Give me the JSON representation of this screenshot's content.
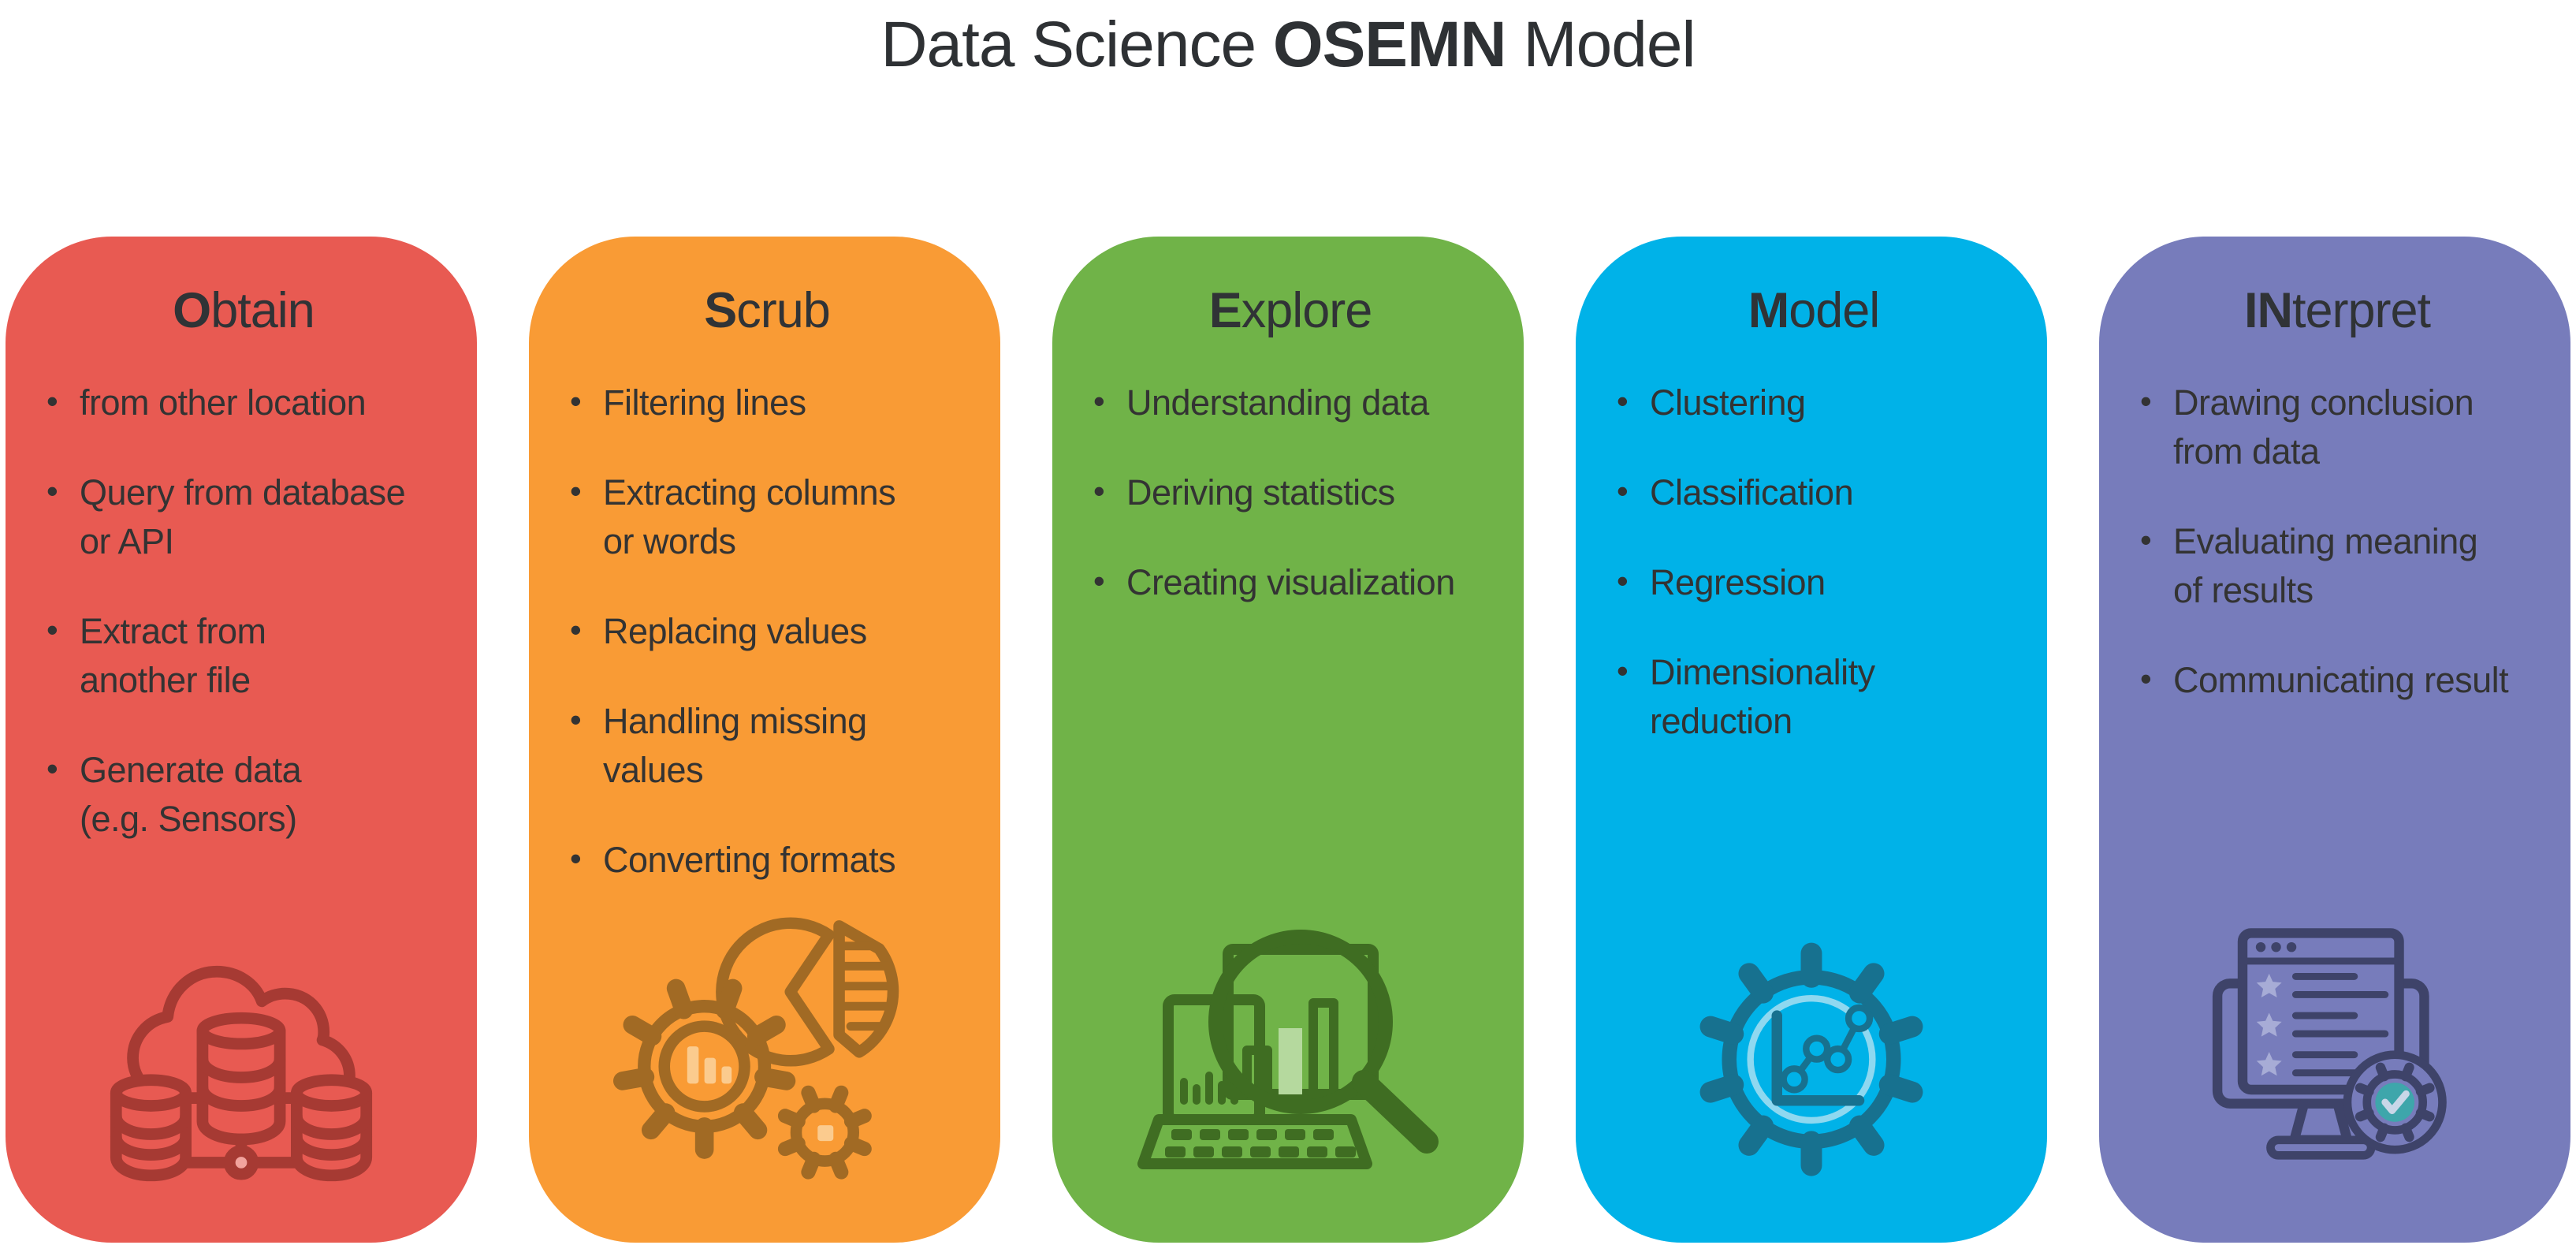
{
  "title": {
    "prefix": "Data Science ",
    "bold": "OSEMN",
    "suffix": " Model"
  },
  "text_color": "#333333",
  "background": "#FFFFFF",
  "cards": [
    {
      "id": "obtain",
      "heading_bold": "O",
      "heading_rest": "btain",
      "color": "#E85A52",
      "icon_color": "#A63A33",
      "icon_accent": "#F2A39D",
      "icon": "cloud-database-icon",
      "bullets": [
        "from other location",
        "Query from database\nor API",
        "Extract from\nanother file",
        "Generate data\n(e.g. Sensors)"
      ]
    },
    {
      "id": "scrub",
      "heading_bold": "S",
      "heading_rest": "crub",
      "color": "#F99B35",
      "icon_color": "#A16A24",
      "icon_accent": "#FBCB8E",
      "icon": "gears-piechart-icon",
      "bullets": [
        "Filtering lines",
        "Extracting columns\nor words",
        "Replacing values",
        "Handling missing\nvalues",
        "Converting formats"
      ]
    },
    {
      "id": "explore",
      "heading_bold": "E",
      "heading_rest": "xplore",
      "color": "#70B348",
      "icon_color": "#3F6D22",
      "icon_accent": "#B5D99E",
      "icon": "laptop-magnifier-icon",
      "bullets": [
        "Understanding data",
        "Deriving statistics",
        "Creating visualization"
      ]
    },
    {
      "id": "model",
      "heading_bold": "M",
      "heading_rest": "odel",
      "color": "#00B2E8",
      "icon_color": "#17718F",
      "icon_accent": "#8ED8F0",
      "icon": "gear-chart-icon",
      "bullets": [
        "Clustering",
        "Classification",
        "Regression",
        "Dimensionality\nreduction"
      ]
    },
    {
      "id": "interpret",
      "heading_bold": "IN",
      "heading_rest": "terpret",
      "color": "#777CBB",
      "icon_color": "#3E4369",
      "icon_accent": "#A7ACD6",
      "badge_color": "#3EA6AB",
      "check_color": "#C9D7E8",
      "icon": "monitor-checklist-icon",
      "bullets": [
        "Drawing conclusion\nfrom data",
        "Evaluating meaning\nof results",
        "Communicating result"
      ]
    }
  ]
}
